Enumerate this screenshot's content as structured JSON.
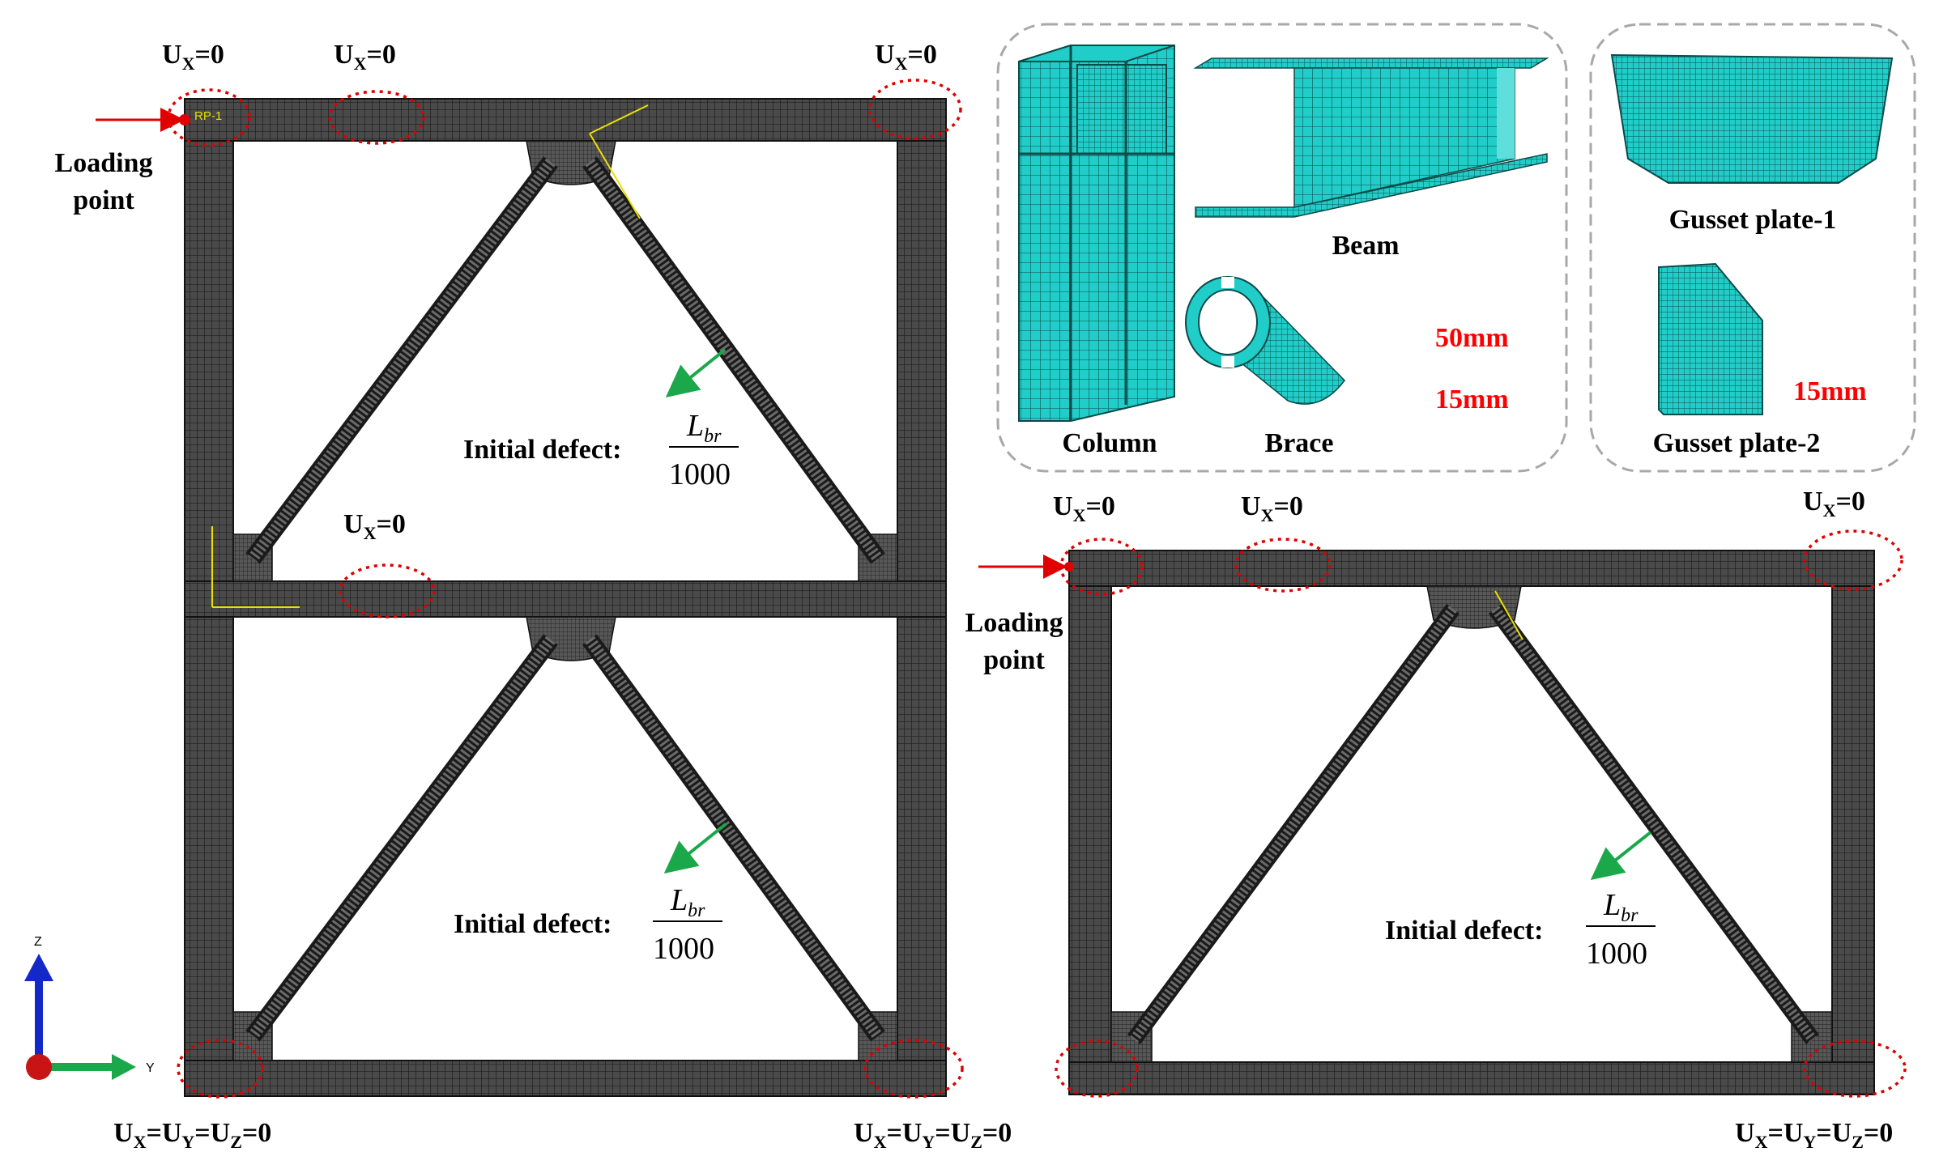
{
  "labels": {
    "ux0": "U",
    "ux0_sub": "X",
    "ux0_tail": "=0",
    "fixed_a": "U",
    "fixed_sub_x": "X",
    "fixed_b": "=U",
    "fixed_sub_y": "Y",
    "fixed_c": "=U",
    "fixed_sub_z": "Z",
    "fixed_tail": "=0",
    "loading_line1": "Loading",
    "loading_line2": "point",
    "initial_defect": "Initial defect:",
    "frac_num_L": "L",
    "frac_num_sub": "br",
    "frac_den": "1000",
    "rp": "RP-1"
  },
  "parts": {
    "column": "Column",
    "beam": "Beam",
    "brace": "Brace",
    "gusset1": "Gusset plate-1",
    "gusset2": "Gusset plate-2",
    "mesh_50": "50mm",
    "mesh_15a": "15mm",
    "mesh_15b": "15mm"
  },
  "axes": {
    "z": "Z",
    "y": "Y"
  },
  "colors": {
    "mesh_dark": "#3a3a3a",
    "part_cyan": "#1fc9c5",
    "marker_red": "#e00000",
    "arrow_green": "#1aa84a",
    "axis_blue": "#1428c8"
  }
}
